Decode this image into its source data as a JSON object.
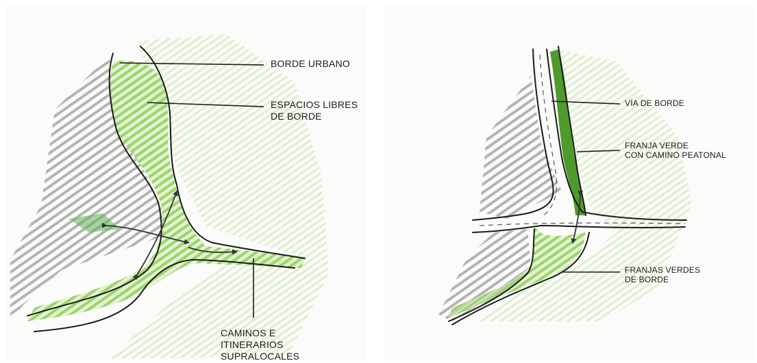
{
  "left_panel": {
    "labels": {
      "borde_urbano": "BORDE URBANO",
      "espacios_libres_1": "ESPACIOS LIBRES",
      "espacios_libres_2": "DE BORDE",
      "caminos_1": "CAMINOS E",
      "caminos_2": "ITINERARIOS",
      "caminos_3": "SUPRALOCALES"
    }
  },
  "right_panel": {
    "labels": {
      "via_de_borde": "VÍA DE BORDE",
      "franja_verde_1": "FRANJA VERDE",
      "franja_verde_2": "CON CAMINO PEATONAL",
      "franjas_verdes_1": "FRANJAS VERDES",
      "franjas_verdes_2": "DE BORDE"
    }
  },
  "colors": {
    "green_light": "#cde9b4",
    "green": "#9ed56a",
    "green_dark": "#4f9a2c",
    "gray_hatch": "#a8a8a8",
    "ink": "#1a1a1a"
  }
}
